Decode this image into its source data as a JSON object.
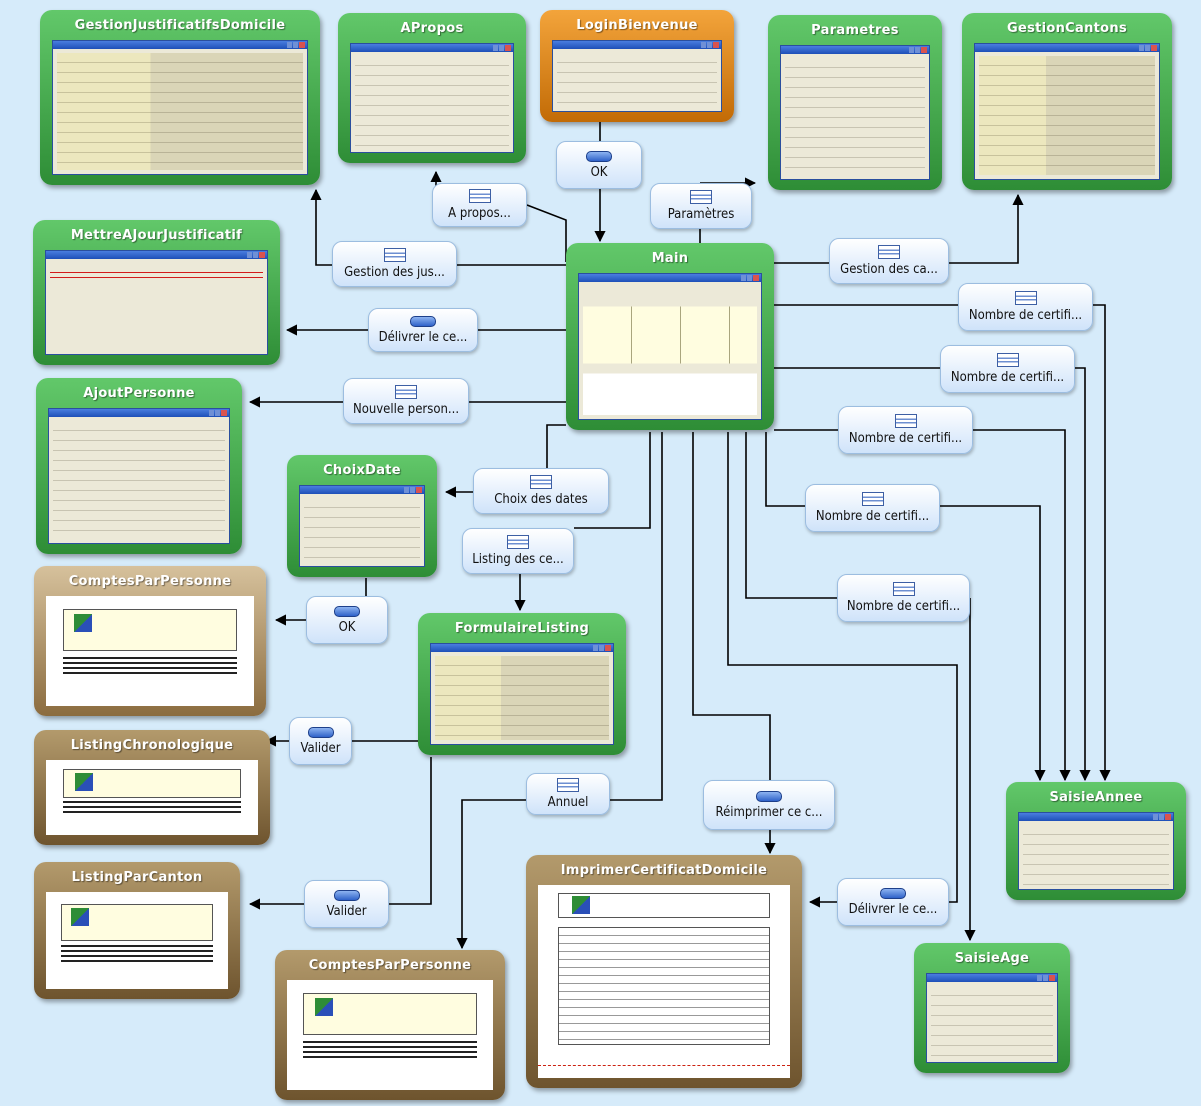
{
  "diagram": {
    "nodes": [
      {
        "id": "gestion-justificatifs",
        "title": "GestionJustificatifsDomicile",
        "color": "green",
        "preview": "grid"
      },
      {
        "id": "apropos",
        "title": "APropos",
        "color": "green",
        "preview": "form"
      },
      {
        "id": "login",
        "title": "LoginBienvenue",
        "color": "orange",
        "preview": "form"
      },
      {
        "id": "parametres",
        "title": "Parametres",
        "color": "green",
        "preview": "form"
      },
      {
        "id": "gestion-cantons",
        "title": "GestionCantons",
        "color": "green",
        "preview": "grid"
      },
      {
        "id": "mettre-a-jour",
        "title": "MettreAJourJustificatif",
        "color": "green",
        "preview": "red"
      },
      {
        "id": "main",
        "title": "Main",
        "color": "green",
        "preview": "table"
      },
      {
        "id": "ajout-personne",
        "title": "AjoutPersonne",
        "color": "green",
        "preview": "form"
      },
      {
        "id": "choix-date",
        "title": "ChoixDate",
        "color": "green",
        "preview": "form"
      },
      {
        "id": "compte-par-personne-1",
        "title": "ComptesParPersonne",
        "color": "tan",
        "preview": "doc"
      },
      {
        "id": "formulaire-listing",
        "title": "FormulaireListing",
        "color": "green",
        "preview": "grid"
      },
      {
        "id": "listing-chronologique",
        "title": "ListingChronologique",
        "color": "tan2",
        "preview": "doc"
      },
      {
        "id": "saisie-annee",
        "title": "SaisieAnnee",
        "color": "green",
        "preview": "form"
      },
      {
        "id": "listing-par-canton",
        "title": "ListingParCanton",
        "color": "tan2",
        "preview": "doc"
      },
      {
        "id": "imprimer-certificat",
        "title": "ImprimerCertificatDomicile",
        "color": "tan2",
        "preview": "cert"
      },
      {
        "id": "saisie-age",
        "title": "SaisieAge",
        "color": "green",
        "preview": "form"
      },
      {
        "id": "compte-par-personne-2",
        "title": "ComptesParPersonne",
        "color": "tan2",
        "preview": "doc"
      }
    ],
    "actions": [
      {
        "id": "ok-login",
        "label": "OK",
        "icon": "button-icon"
      },
      {
        "id": "apropos",
        "label": "A propos...",
        "icon": "menu-icon"
      },
      {
        "id": "parametres",
        "label": "Paramètres",
        "icon": "menu-icon"
      },
      {
        "id": "gestion-des-jus",
        "label": "Gestion des jus...",
        "icon": "menu-icon"
      },
      {
        "id": "gestion-des-ca",
        "label": "Gestion des ca...",
        "icon": "menu-icon"
      },
      {
        "id": "delivrer-1",
        "label": "Délivrer le ce...",
        "icon": "button-icon"
      },
      {
        "id": "nombre-1",
        "label": "Nombre de certifi...",
        "icon": "menu-icon"
      },
      {
        "id": "nombre-2",
        "label": "Nombre de certifi...",
        "icon": "menu-icon"
      },
      {
        "id": "nouvelle-personne",
        "label": "Nouvelle person...",
        "icon": "menu-icon"
      },
      {
        "id": "nombre-3",
        "label": "Nombre de certifi...",
        "icon": "menu-icon"
      },
      {
        "id": "choix-des-dates",
        "label": "Choix des dates",
        "icon": "menu-icon"
      },
      {
        "id": "nombre-4",
        "label": "Nombre de certifi...",
        "icon": "menu-icon"
      },
      {
        "id": "listing-des-ce",
        "label": "Listing des ce...",
        "icon": "menu-icon"
      },
      {
        "id": "ok-choix",
        "label": "OK",
        "icon": "button-icon"
      },
      {
        "id": "nombre-5",
        "label": "Nombre de certifi...",
        "icon": "menu-icon"
      },
      {
        "id": "valider-1",
        "label": "Valider",
        "icon": "button-icon"
      },
      {
        "id": "annuel",
        "label": "Annuel",
        "icon": "menu-icon"
      },
      {
        "id": "reimprimer",
        "label": "Réimprimer ce c...",
        "icon": "button-icon"
      },
      {
        "id": "valider-2",
        "label": "Valider",
        "icon": "button-icon"
      },
      {
        "id": "delivrer-2",
        "label": "Délivrer le ce...",
        "icon": "button-icon"
      }
    ]
  }
}
